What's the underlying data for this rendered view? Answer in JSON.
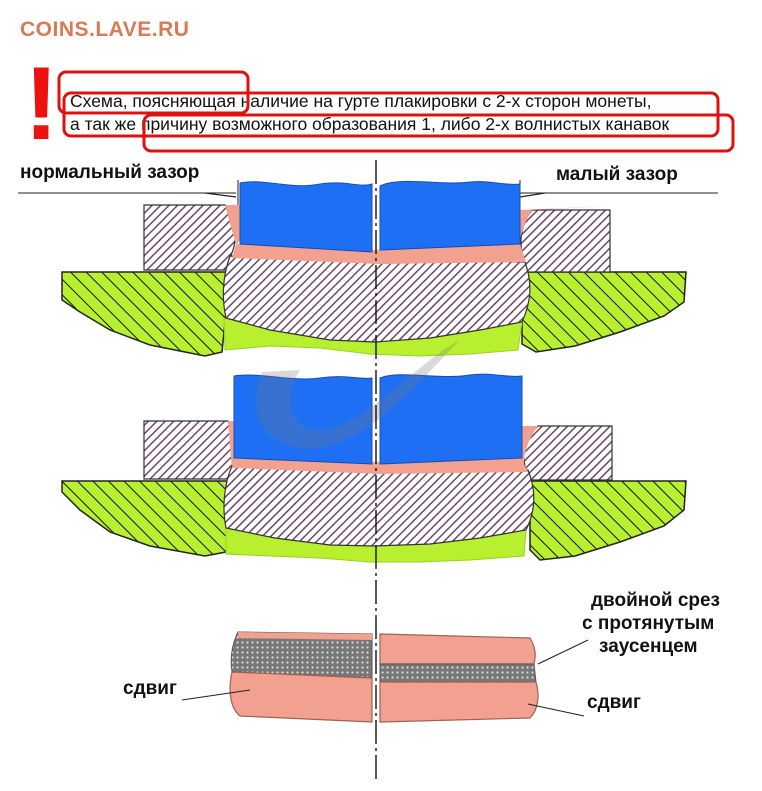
{
  "watermark": "COINS.LAVE.RU",
  "alert_glyph": "!",
  "caption": {
    "line1": "Схема, поясняющая наличие на гурте плакировки с 2-х сторон монеты,",
    "line2": "а так же причину возможного образования 1, либо 2-х волнистых канавок"
  },
  "labels": {
    "normal_gap": "нормальный зазор",
    "small_gap": "малый зазор",
    "double_cut_1": "двойной срез",
    "double_cut_2": "с протянутым",
    "double_cut_3": "заусенцем",
    "shift_left": "сдвиг",
    "shift_right": "сдвиг"
  },
  "colors": {
    "punch": "#1f6ff5",
    "cladding": "#f2a090",
    "blank_hatch": "#6a4868",
    "die_fill": "#b8f030",
    "die_hatch": "#111111",
    "annotation_red": "#e01010",
    "watermark": "#d97a55",
    "dotted_core": "#8a8a8a"
  },
  "icons": [
    "exclamation-icon",
    "check-logo-icon"
  ]
}
